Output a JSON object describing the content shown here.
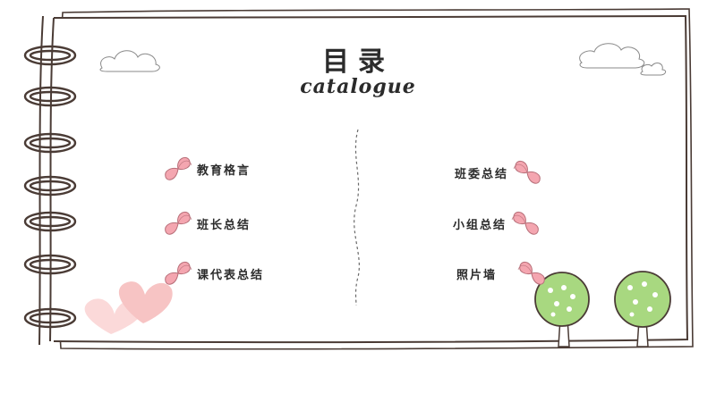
{
  "title": "目录",
  "subtitle": "catalogue",
  "left_items": [
    {
      "label": "教育格言"
    },
    {
      "label": "班长总结"
    },
    {
      "label": "课代表总结"
    }
  ],
  "right_items": [
    {
      "label": "班委总结"
    },
    {
      "label": "小组总结"
    },
    {
      "label": "照片墙"
    }
  ],
  "colors": {
    "outline": "#4a3b35",
    "butterfly": "#f4a6b0",
    "heart": "#f7c4c4",
    "tree": "#a8d880"
  }
}
